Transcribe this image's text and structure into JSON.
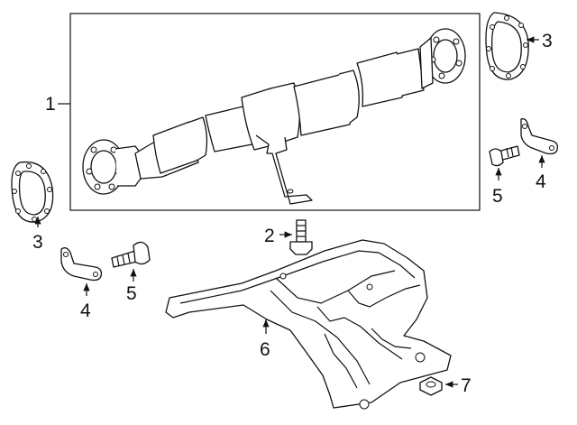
{
  "diagram": {
    "callouts": {
      "c1": "1",
      "c2": "2",
      "c3_right": "3",
      "c3_left": "3",
      "c4_right": "4",
      "c4_left": "4",
      "c5_right": "5",
      "c5_left": "5",
      "c6": "6",
      "c7": "7"
    }
  }
}
